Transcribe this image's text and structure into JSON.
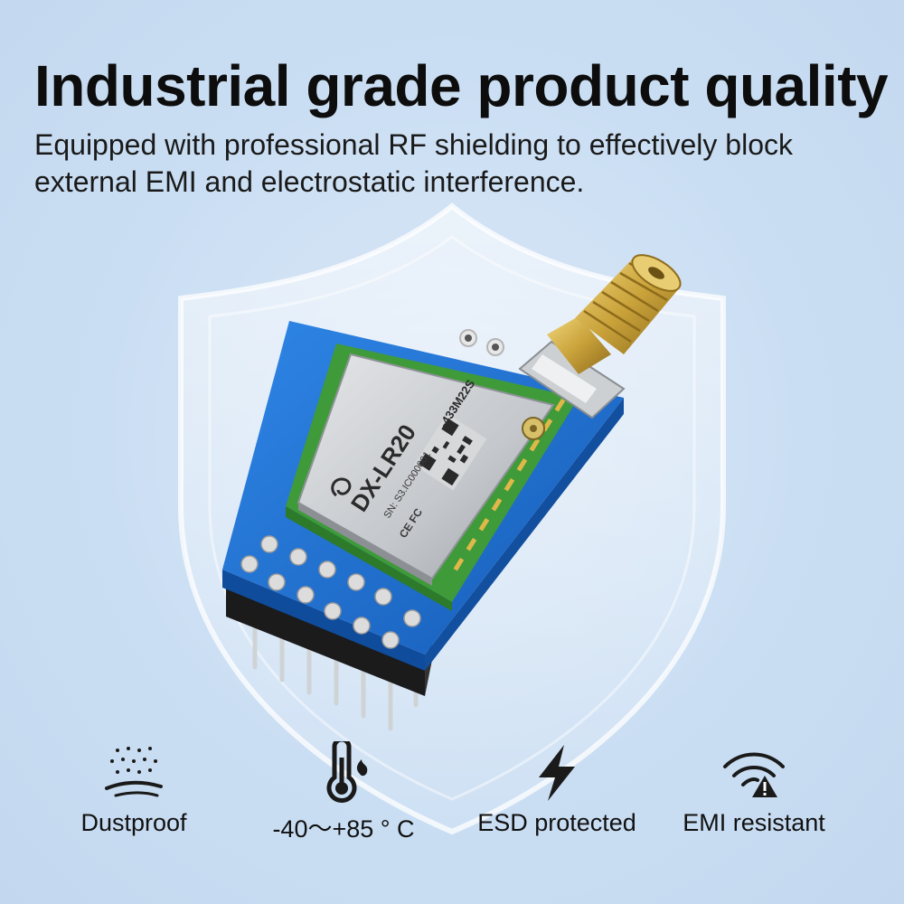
{
  "headline": "Industrial grade product quality",
  "subtext": "Equipped with professional RF shielding to effectively block external EMI and electrostatic interference.",
  "module": {
    "model": "DX-LR20",
    "variant": "-433M22S",
    "serial": "SN: S3.IC000001",
    "marks": "CE FC"
  },
  "features": [
    {
      "icon": "dust-icon",
      "label": "Dustproof"
    },
    {
      "icon": "thermometer-flame-icon",
      "label": "-40～+85 ° C"
    },
    {
      "icon": "lightning-bolt-icon",
      "label": "ESD protected"
    },
    {
      "icon": "wifi-warning-icon",
      "label": "EMI resistant"
    }
  ],
  "colors": {
    "background": "#c9dcf2",
    "pcb_blue": "#1f6fd1",
    "pcb_green": "#3f9a3a",
    "shield_metal": "#c9ccd0",
    "antenna_gold": "#c9a23a"
  }
}
